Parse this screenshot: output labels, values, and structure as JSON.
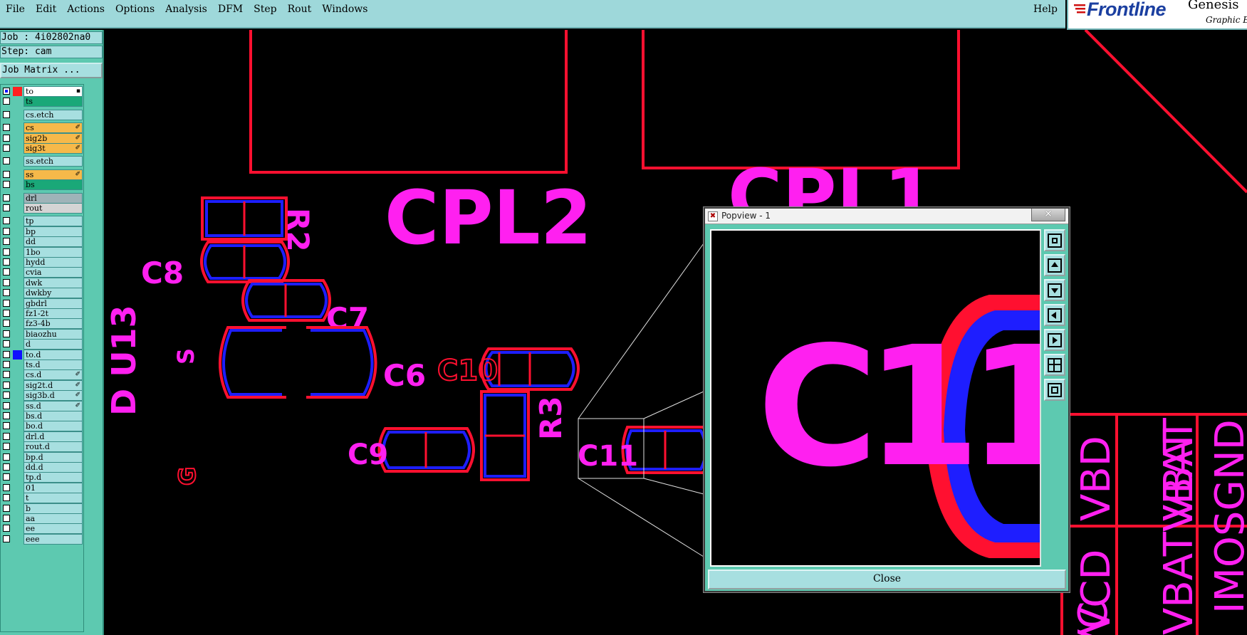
{
  "menu": {
    "items": [
      "File",
      "Edit",
      "Actions",
      "Options",
      "Analysis",
      "DFM",
      "Step",
      "Rout",
      "Windows"
    ],
    "help": "Help"
  },
  "brand": {
    "name": "Frontline",
    "app": "Genesis",
    "subtitle": "Graphic E"
  },
  "panel": {
    "job": "Job : 4i02802na0",
    "step": "Step: cam",
    "job_matrix": "Job Matrix ..."
  },
  "layers": [
    {
      "name": "to",
      "color": "#ffffff",
      "swatch": "#ff2020",
      "flag": "▪",
      "checked_fill": "#1010ff"
    },
    {
      "name": "ts",
      "color": "#1aa878",
      "swatch": "",
      "flag": ""
    },
    {
      "name": "cs.etch",
      "color": "#a7dfe0",
      "swatch": "",
      "flag": ""
    },
    {
      "name": "cs",
      "color": "#f6b94a",
      "swatch": "",
      "flag": "✐"
    },
    {
      "name": "sig2b",
      "color": "#f6b94a",
      "swatch": "",
      "flag": "✐"
    },
    {
      "name": "sig3t",
      "color": "#f6b94a",
      "swatch": "",
      "flag": "✐"
    },
    {
      "name": "ss.etch",
      "color": "#a7dfe0",
      "swatch": "",
      "flag": ""
    },
    {
      "name": "ss",
      "color": "#f6b94a",
      "swatch": "",
      "flag": "✐"
    },
    {
      "name": "bs",
      "color": "#1aa878",
      "swatch": "",
      "flag": ""
    },
    {
      "name": "drl",
      "color": "#9fb3b8",
      "swatch": "",
      "flag": ""
    },
    {
      "name": "rout",
      "color": "#d4d4d4",
      "swatch": "",
      "flag": ""
    },
    {
      "name": "tp",
      "color": "#a7dfe0",
      "swatch": "",
      "flag": ""
    },
    {
      "name": "bp",
      "color": "#a7dfe0",
      "swatch": "",
      "flag": ""
    },
    {
      "name": "dd",
      "color": "#a7dfe0",
      "swatch": "",
      "flag": ""
    },
    {
      "name": "1bo",
      "color": "#a7dfe0",
      "swatch": "",
      "flag": ""
    },
    {
      "name": "hydd",
      "color": "#a7dfe0",
      "swatch": "",
      "flag": ""
    },
    {
      "name": "cvia",
      "color": "#a7dfe0",
      "swatch": "",
      "flag": ""
    },
    {
      "name": "dwk",
      "color": "#a7dfe0",
      "swatch": "",
      "flag": ""
    },
    {
      "name": "dwkby",
      "color": "#a7dfe0",
      "swatch": "",
      "flag": ""
    },
    {
      "name": "gbdrl",
      "color": "#a7dfe0",
      "swatch": "",
      "flag": ""
    },
    {
      "name": "fz1-2t",
      "color": "#a7dfe0",
      "swatch": "",
      "flag": ""
    },
    {
      "name": "fz3-4b",
      "color": "#a7dfe0",
      "swatch": "",
      "flag": ""
    },
    {
      "name": "biaozhu",
      "color": "#a7dfe0",
      "swatch": "",
      "flag": ""
    },
    {
      "name": "d",
      "color": "#a7dfe0",
      "swatch": "",
      "flag": ""
    },
    {
      "name": "to.d",
      "color": "#a7dfe0",
      "swatch": "#1010ff",
      "flag": ""
    },
    {
      "name": "ts.d",
      "color": "#a7dfe0",
      "swatch": "",
      "flag": ""
    },
    {
      "name": "cs.d",
      "color": "#a7dfe0",
      "swatch": "",
      "flag": "✐"
    },
    {
      "name": "sig2t.d",
      "color": "#a7dfe0",
      "swatch": "",
      "flag": "✐"
    },
    {
      "name": "sig3b.d",
      "color": "#a7dfe0",
      "swatch": "",
      "flag": "✐"
    },
    {
      "name": "ss.d",
      "color": "#a7dfe0",
      "swatch": "",
      "flag": "✐"
    },
    {
      "name": "bs.d",
      "color": "#a7dfe0",
      "swatch": "",
      "flag": ""
    },
    {
      "name": "bo.d",
      "color": "#a7dfe0",
      "swatch": "",
      "flag": ""
    },
    {
      "name": "drl.d",
      "color": "#a7dfe0",
      "swatch": "",
      "flag": ""
    },
    {
      "name": "rout.d",
      "color": "#a7dfe0",
      "swatch": "",
      "flag": ""
    },
    {
      "name": "bp.d",
      "color": "#a7dfe0",
      "swatch": "",
      "flag": ""
    },
    {
      "name": "dd.d",
      "color": "#a7dfe0",
      "swatch": "",
      "flag": ""
    },
    {
      "name": "tp.d",
      "color": "#a7dfe0",
      "swatch": "",
      "flag": ""
    },
    {
      "name": "01",
      "color": "#a7dfe0",
      "swatch": "",
      "flag": ""
    },
    {
      "name": "t",
      "color": "#a7dfe0",
      "swatch": "",
      "flag": ""
    },
    {
      "name": "b",
      "color": "#a7dfe0",
      "swatch": "",
      "flag": ""
    },
    {
      "name": "aa",
      "color": "#a7dfe0",
      "swatch": "",
      "flag": ""
    },
    {
      "name": "ee",
      "color": "#a7dfe0",
      "swatch": "",
      "flag": ""
    },
    {
      "name": "eee",
      "color": "#a7dfe0",
      "swatch": "",
      "flag": ""
    }
  ],
  "canvas_labels": {
    "cpl2": "CPL2",
    "cpl1": "CPL1",
    "r2": "R2",
    "c8": "C8",
    "c7": "C7",
    "u13": "D U13",
    "s": "S",
    "c6": "C6",
    "c10": "C10",
    "r3": "R3",
    "c9": "C9",
    "c11": "C11",
    "g": "G",
    "vbd": "VBD",
    "vbat": "VBAT",
    "vcd": "VCD",
    "vbatvbat": "VBATVBAT",
    "vc": "VC",
    "imosgnd": "IMOSGND"
  },
  "popview": {
    "title": "Popview - 1",
    "close_x": "✕",
    "zoom_label": "C11",
    "close_button": "Close",
    "tools": [
      "zoom-fit-icon",
      "pan-up-icon",
      "pan-down-icon",
      "pan-left-icon",
      "pan-right-icon",
      "zoom-in-icon",
      "zoom-out-icon"
    ]
  },
  "colors": {
    "pad_outline": "#ff1030",
    "pad_fill": "#1e1eff",
    "silkscreen": "#ff20f0",
    "panel": "#5dc9b0",
    "field": "#a7dfe0"
  }
}
